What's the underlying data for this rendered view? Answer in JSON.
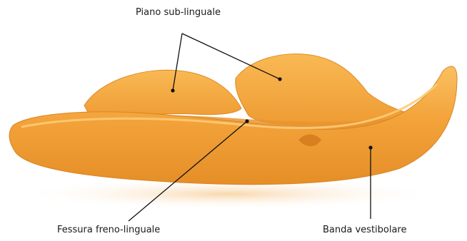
{
  "labels": {
    "piano_sub_linguale": "Piano sub-linguale",
    "fessura_freno_linguale": "Fessura freno-linguale",
    "banda_vestibolare": "Banda vestibolare"
  },
  "colors": {
    "appliance_light": "#F8B450",
    "appliance_mid": "#F2A035",
    "appliance_dark": "#D97E1E",
    "pointer": "#111111",
    "text": "#1A1A1A"
  }
}
